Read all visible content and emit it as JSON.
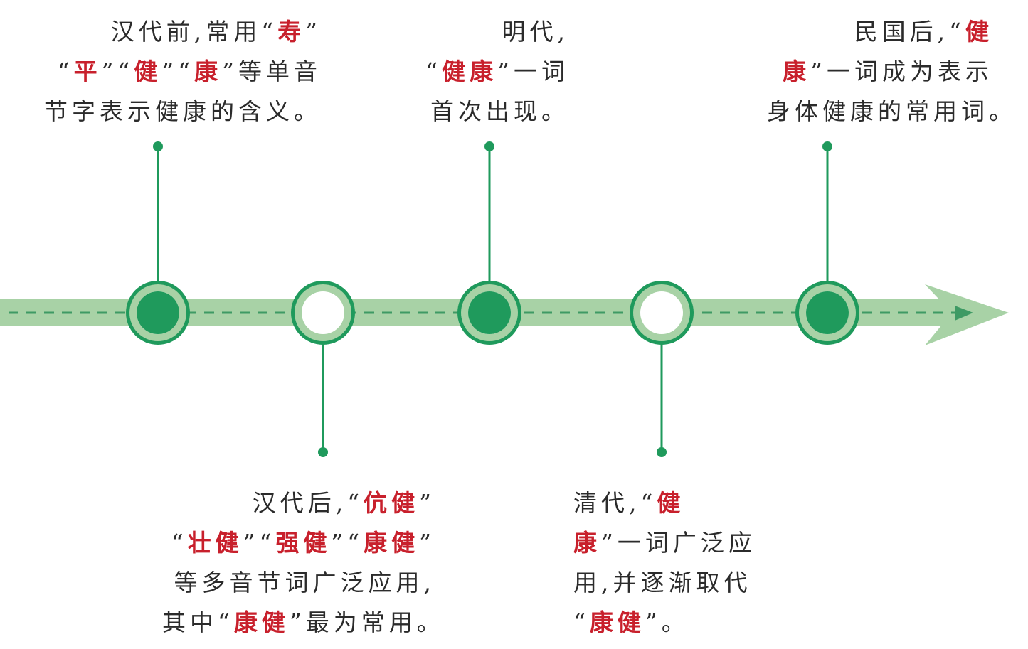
{
  "colors": {
    "band": "#a8d2a6",
    "dash": "#3e9a64",
    "node_dark": "#1f9a5c",
    "node_ring": "#a8d2a6",
    "stem": "#1f9a5c",
    "text": "#2b2b2b",
    "highlight": "#c8202c"
  },
  "events": [
    {
      "id": "e1",
      "position": "top",
      "filled": true,
      "lines": [
        [
          {
            "t": "汉代前,常用“"
          },
          {
            "t": "寿",
            "hl": true
          },
          {
            "t": "”"
          }
        ],
        [
          {
            "t": "“"
          },
          {
            "t": "平",
            "hl": true
          },
          {
            "t": "”“"
          },
          {
            "t": "健",
            "hl": true
          },
          {
            "t": "”“"
          },
          {
            "t": "康",
            "hl": true
          },
          {
            "t": "”等单音"
          }
        ],
        [
          {
            "t": "节字表示健康的含义。"
          }
        ]
      ]
    },
    {
      "id": "e2",
      "position": "bottom",
      "filled": false,
      "lines": [
        [
          {
            "t": "汉代后,“"
          },
          {
            "t": "伉健",
            "hl": true
          },
          {
            "t": "”"
          }
        ],
        [
          {
            "t": "“"
          },
          {
            "t": "壮健",
            "hl": true
          },
          {
            "t": "”“"
          },
          {
            "t": "强健",
            "hl": true
          },
          {
            "t": "”“"
          },
          {
            "t": "康健",
            "hl": true
          },
          {
            "t": "”"
          }
        ],
        [
          {
            "t": "等多音节词广泛应用,"
          }
        ],
        [
          {
            "t": "其中“"
          },
          {
            "t": "康健",
            "hl": true
          },
          {
            "t": "”最为常用。"
          }
        ]
      ]
    },
    {
      "id": "e3",
      "position": "top",
      "filled": true,
      "lines": [
        [
          {
            "t": "明代,"
          }
        ],
        [
          {
            "t": "“"
          },
          {
            "t": "健康",
            "hl": true
          },
          {
            "t": "”一词"
          }
        ],
        [
          {
            "t": "首次出现。"
          }
        ]
      ]
    },
    {
      "id": "e4",
      "position": "bottom",
      "filled": false,
      "lines": [
        [
          {
            "t": "清代,“"
          },
          {
            "t": "健",
            "hl": true
          }
        ],
        [
          {
            "t": "康",
            "hl": true
          },
          {
            "t": "”一词广泛应"
          }
        ],
        [
          {
            "t": "用,并逐渐取代"
          }
        ],
        [
          {
            "t": "“"
          },
          {
            "t": "康健",
            "hl": true
          },
          {
            "t": "”。"
          }
        ]
      ]
    },
    {
      "id": "e5",
      "position": "top",
      "filled": true,
      "lines": [
        [
          {
            "t": "民国后,“"
          },
          {
            "t": "健",
            "hl": true
          }
        ],
        [
          {
            "t": "康",
            "hl": true
          },
          {
            "t": "”一词成为表示"
          }
        ],
        [
          {
            "t": "身体健康的常用词。"
          }
        ]
      ]
    }
  ]
}
